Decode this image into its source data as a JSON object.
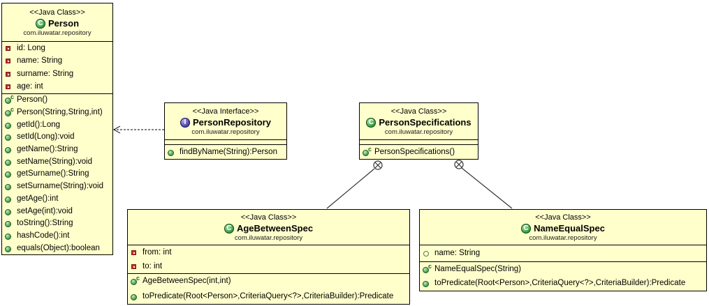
{
  "colors": {
    "box_fill": "#ffffcc",
    "box_border": "#000000",
    "class_badge_green": "#2e7d32",
    "interface_badge_purple": "#5c55b8",
    "private_field_red": "#c62f2f"
  },
  "classes": {
    "person": {
      "stereotype": "<<Java Class>>",
      "badge_letter": "C",
      "name": "Person",
      "package": "com.iluwatar.repository",
      "fields": [
        {
          "icon": "field-private",
          "text": "id: Long"
        },
        {
          "icon": "field-private",
          "text": "name: String"
        },
        {
          "icon": "field-private",
          "text": "surname: String"
        },
        {
          "icon": "field-private",
          "text": "age: int"
        }
      ],
      "methods": [
        {
          "icon": "constructor",
          "text": "Person()"
        },
        {
          "icon": "constructor",
          "text": "Person(String,String,int)"
        },
        {
          "icon": "method-public",
          "text": "getId():Long"
        },
        {
          "icon": "method-public",
          "text": "setId(Long):void"
        },
        {
          "icon": "method-public",
          "text": "getName():String"
        },
        {
          "icon": "method-public",
          "text": "setName(String):void"
        },
        {
          "icon": "method-public",
          "text": "getSurname():String"
        },
        {
          "icon": "method-public",
          "text": "setSurname(String):void"
        },
        {
          "icon": "method-public",
          "text": "getAge():int"
        },
        {
          "icon": "method-public",
          "text": "setAge(int):void"
        },
        {
          "icon": "method-public",
          "text": "toString():String"
        },
        {
          "icon": "method-public",
          "text": "hashCode():int"
        },
        {
          "icon": "method-public",
          "text": "equals(Object):boolean"
        }
      ]
    },
    "person_repository": {
      "stereotype": "<<Java Interface>>",
      "badge_letter": "I",
      "name": "PersonRepository",
      "package": "com.iluwatar.repository",
      "fields": [],
      "methods": [
        {
          "icon": "method-public",
          "text": "findByName(String):Person"
        }
      ]
    },
    "person_specifications": {
      "stereotype": "<<Java Class>>",
      "badge_letter": "C",
      "name": "PersonSpecifications",
      "package": "com.iluwatar.repository",
      "fields": [],
      "methods": [
        {
          "icon": "constructor",
          "text": "PersonSpecifications()"
        }
      ]
    },
    "age_between_spec": {
      "stereotype": "<<Java Class>>",
      "badge_letter": "C",
      "name": "AgeBetweenSpec",
      "package": "com.iluwatar.repository",
      "fields": [
        {
          "icon": "field-private",
          "text": "from: int"
        },
        {
          "icon": "field-private",
          "text": "to: int"
        }
      ],
      "methods": [
        {
          "icon": "constructor",
          "text": "AgeBetweenSpec(int,int)"
        },
        {
          "icon": "method-public",
          "text": "toPredicate(Root<Person>,CriteriaQuery<?>,CriteriaBuilder):Predicate"
        }
      ]
    },
    "name_equal_spec": {
      "stereotype": "<<Java Class>>",
      "badge_letter": "C",
      "name": "NameEqualSpec",
      "package": "com.iluwatar.repository",
      "fields": [
        {
          "icon": "field-default",
          "text": "name: String"
        }
      ],
      "methods": [
        {
          "icon": "constructor",
          "text": "NameEqualSpec(String)"
        },
        {
          "icon": "method-public",
          "text": "toPredicate(Root<Person>,CriteriaQuery<?>,CriteriaBuilder):Predicate"
        }
      ]
    }
  },
  "connectors": {
    "dependency": {
      "type": "dashed-dependency-arrow",
      "from": "PersonRepository",
      "to": "Person"
    },
    "nest_left": {
      "type": "nested-class-anchor",
      "from": "PersonSpecifications",
      "to": "AgeBetweenSpec"
    },
    "nest_right": {
      "type": "nested-class-anchor",
      "from": "PersonSpecifications",
      "to": "NameEqualSpec"
    }
  }
}
